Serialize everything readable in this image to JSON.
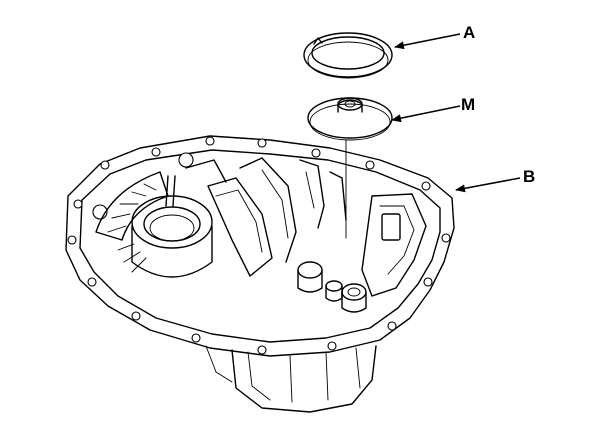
{
  "callouts": {
    "a": "A",
    "m": "M",
    "b": "B"
  }
}
